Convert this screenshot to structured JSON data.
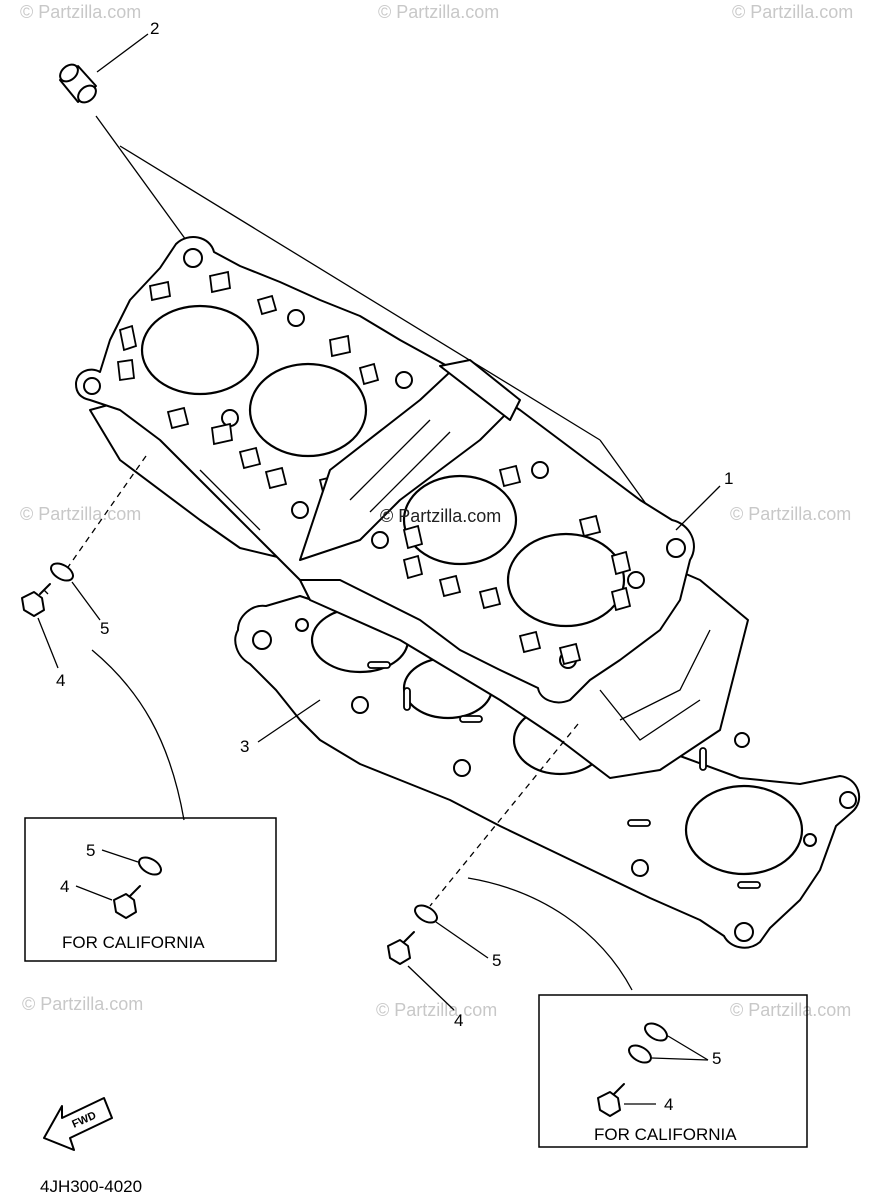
{
  "diagram_code": "4JH300-4020",
  "watermark_text": "© Partzilla.com",
  "fwd_label": "FWD",
  "callouts": {
    "cylinder": "1",
    "dowel_pin": "2",
    "gasket": "3",
    "bolt_left": "4",
    "washer_left": "5",
    "bolt_center": "4",
    "washer_center": "5"
  },
  "california_box_left": {
    "label": "FOR CALIFORNIA",
    "washer_callout": "5",
    "bolt_callout": "4"
  },
  "california_box_right": {
    "label": "FOR CALIFORNIA",
    "washer_callout": "5",
    "bolt_callout": "4"
  },
  "colors": {
    "line": "#000000",
    "background": "#ffffff",
    "watermark": "#c8c8c8"
  }
}
